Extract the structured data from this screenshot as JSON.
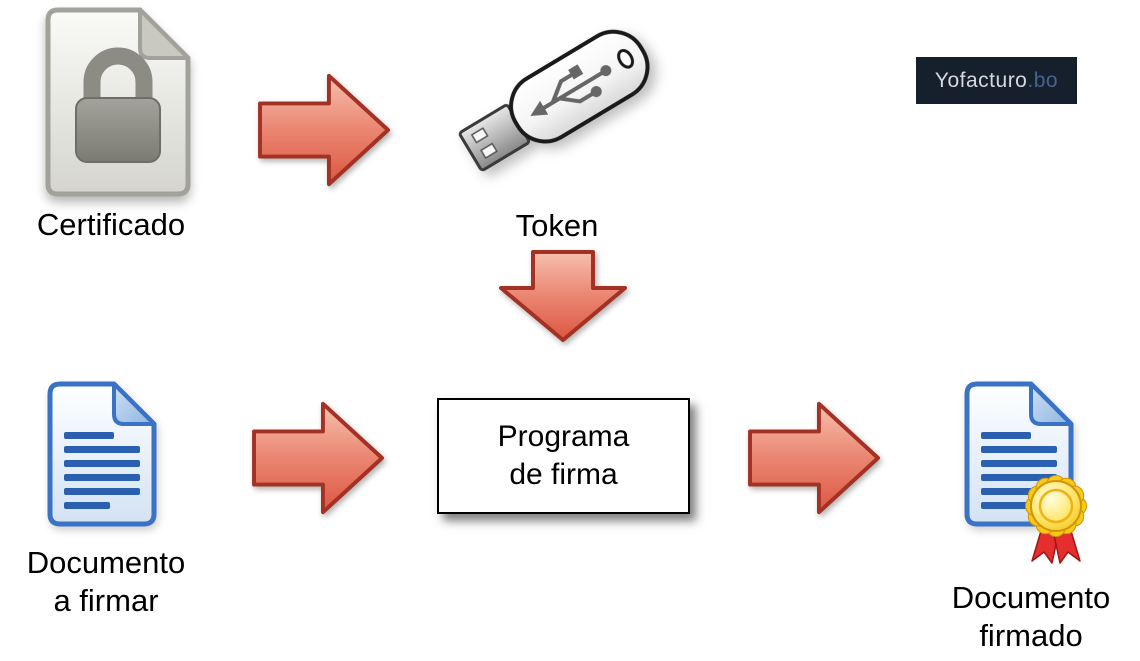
{
  "diagram": {
    "certificado": {
      "label": "Certificado"
    },
    "token": {
      "label": "Token"
    },
    "documento_a_firmar": {
      "line1": "Documento",
      "line2": "a firmar"
    },
    "programa_de_firma": {
      "line1": "Programa",
      "line2": "de firma"
    },
    "documento_firmado": {
      "line1": "Documento",
      "line2": "firmado"
    }
  },
  "logo": {
    "brand": "Yofacturo",
    "suffix": ".bo"
  },
  "icons": {
    "certificate": "certificate-lock-icon",
    "token": "usb-token-icon",
    "document": "document-text-icon",
    "seal": "gold-seal-ribbon-icon",
    "arrow": "red-process-arrow-icon"
  },
  "colors": {
    "arrow_fill_light": "#f6c0ae",
    "arrow_fill_dark": "#dc5742",
    "arrow_stroke": "#a33224",
    "document_blue": "#3a72c4",
    "document_line_blue": "#2b5fb0",
    "lock_gray": "#8c8c84",
    "seal_gold": "#f4c211",
    "ribbon_red": "#e52f2f",
    "logo_background": "#16202c",
    "logo_text": "#d4d9de",
    "logo_suffix_text": "#47628c"
  }
}
